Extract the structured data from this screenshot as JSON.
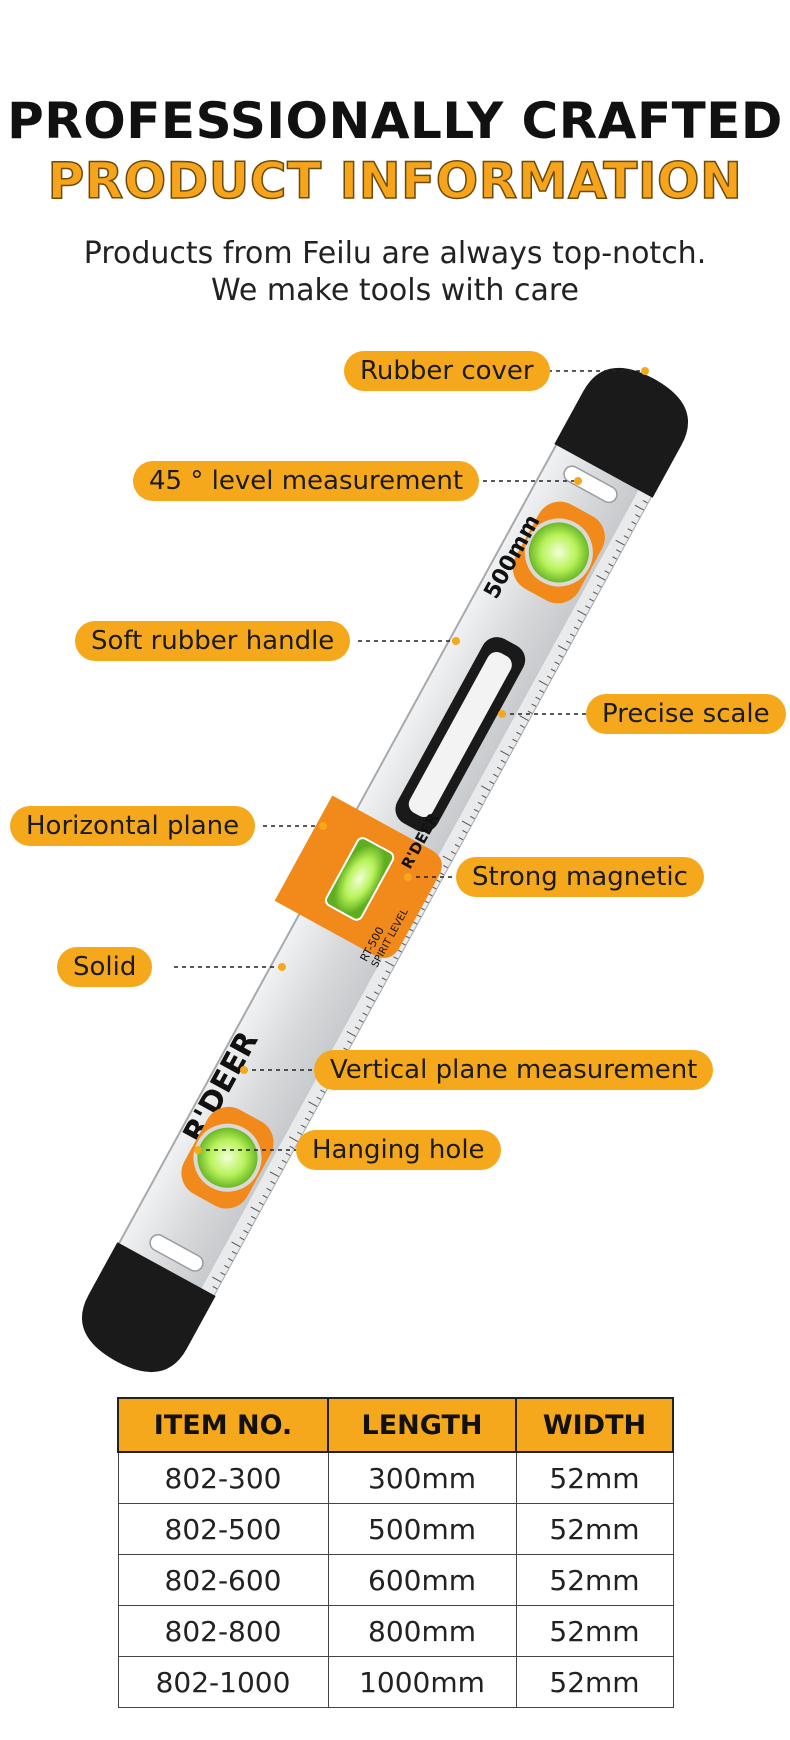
{
  "header": {
    "title_line1": "PROFESSIONALLY CRAFTED",
    "title_line2": "PRODUCT INFORMATION",
    "subtitle_line1": "Products from Feilu are always top-notch.",
    "subtitle_line2": "We make tools with care"
  },
  "product": {
    "brand": "R'DEER",
    "length_mark": "500mm",
    "label_model": "RT-500",
    "label_type": "SPIRIT LEVEL",
    "colors": {
      "accent": "#f6a81c",
      "body": "#d9dbdd",
      "cap": "#1a1a1a",
      "bubble": "#a6ef3a"
    }
  },
  "callouts": [
    {
      "id": "rubber-cover",
      "label": "Rubber cover"
    },
    {
      "id": "level-45",
      "label": "45 ° level measurement"
    },
    {
      "id": "soft-handle",
      "label": "Soft rubber handle"
    },
    {
      "id": "precise-scale",
      "label": "Precise scale"
    },
    {
      "id": "horizontal-plane",
      "label": "Horizontal plane"
    },
    {
      "id": "strong-magnetic",
      "label": "Strong magnetic"
    },
    {
      "id": "solid",
      "label": "Solid"
    },
    {
      "id": "vertical-plane",
      "label": "Vertical plane measurement"
    },
    {
      "id": "hanging-hole",
      "label": "Hanging hole"
    }
  ],
  "spec_table": {
    "headers": [
      "ITEM NO.",
      "LENGTH",
      "WIDTH"
    ],
    "rows": [
      [
        "802-300",
        "300mm",
        "52mm"
      ],
      [
        "802-500",
        "500mm",
        "52mm"
      ],
      [
        "802-600",
        "600mm",
        "52mm"
      ],
      [
        "802-800",
        "800mm",
        "52mm"
      ],
      [
        "802-1000",
        "1000mm",
        "52mm"
      ]
    ]
  }
}
